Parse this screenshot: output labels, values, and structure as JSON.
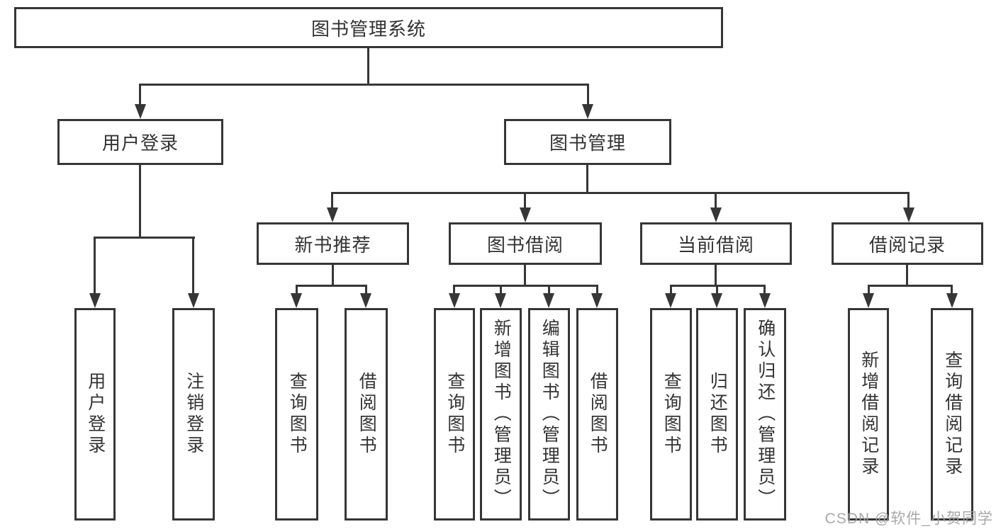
{
  "org": {
    "root": "图书管理系统",
    "l2": [
      "用户登录",
      "图书管理"
    ],
    "l3": [
      "新书推荐",
      "图书借阅",
      "当前借阅",
      "借阅记录"
    ],
    "leaves": {
      "login": [
        "用户登录",
        "注销登录"
      ],
      "recommend": [
        "查询图书",
        "借阅图书"
      ],
      "borrow": [
        "查询图书",
        "新增图书（管理员）",
        "编辑图书（管理员）",
        "借阅图书"
      ],
      "current": [
        "查询图书",
        "归还图书",
        "确认归还（管理员）"
      ],
      "records": [
        "新增借阅记录",
        "查询借阅记录"
      ]
    }
  },
  "watermark": "CSDN @软件_小贺同学",
  "colors": {
    "ink": "#363636",
    "text": "#333333",
    "background": "#ffffff",
    "watermark": "#9e9e9e"
  }
}
